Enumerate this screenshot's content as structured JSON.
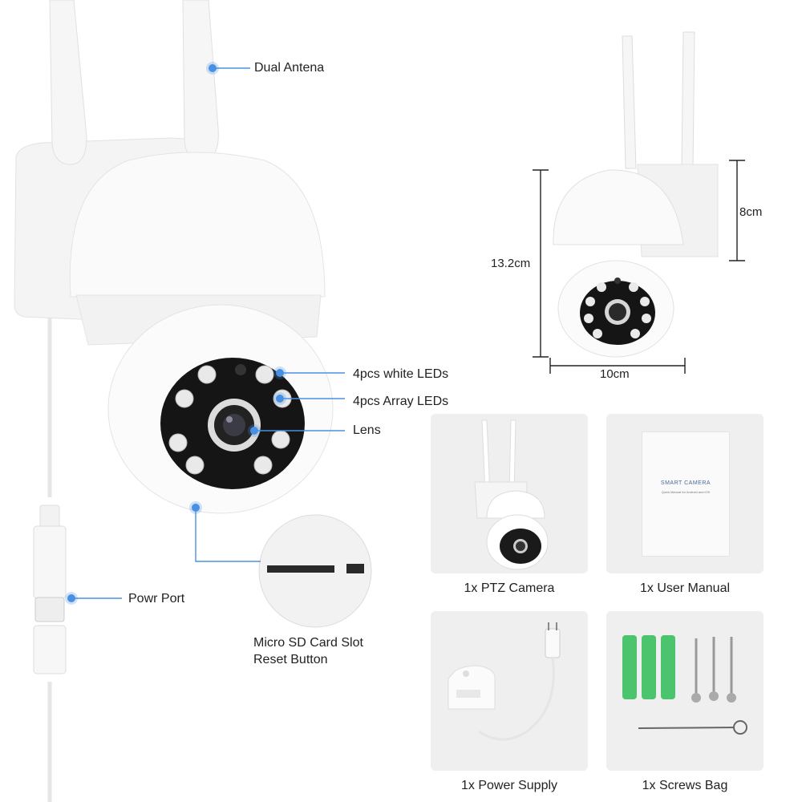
{
  "callouts": {
    "antenna": "Dual Antena",
    "white_leds": "4pcs white LEDs",
    "array_leds": "4pcs Array LEDs",
    "lens": "Lens",
    "power_port": "Powr Port",
    "sd_slot": "Micro SD Card Slot",
    "reset": "Reset Button"
  },
  "dimensions": {
    "height": "13.2cm",
    "head": "8cm",
    "width": "10cm"
  },
  "package": [
    {
      "label": "1x PTZ Camera"
    },
    {
      "label": "1x User Manual"
    },
    {
      "label": "1x Power Supply"
    },
    {
      "label": "1x Screws Bag"
    }
  ],
  "manual": {
    "title": "SMART CAMERA",
    "subtitle": "Quick Manual for Android and iOS"
  },
  "colors": {
    "accent": "#4a90e2",
    "anchor_green": "#4cc46e"
  }
}
